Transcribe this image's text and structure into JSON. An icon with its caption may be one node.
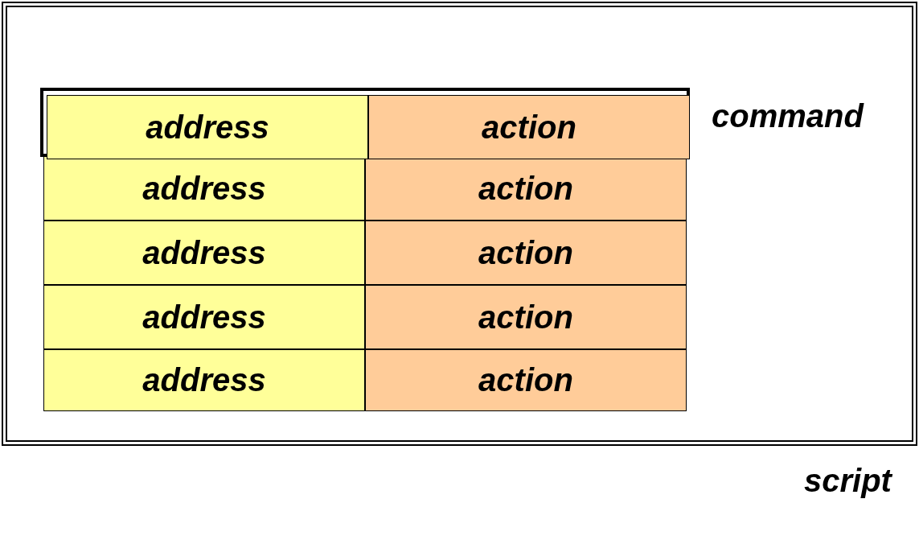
{
  "diagram": {
    "nodes": [
      {
        "text": [
          "script"
        ]
      },
      {
        "text": [],
        "shape": "box",
        "in": 0,
        "beside": [
          "command"
        ]
      },
      {
        "text": [
          "address"
        ],
        "in": 1
      },
      {
        "text": [
          "action"
        ],
        "in": 1
      },
      {
        "text": [
          "address"
        ],
        "in": 0
      },
      {
        "text": [
          "action"
        ],
        "in": 0
      },
      {
        "text": [
          "address"
        ],
        "in": 0
      },
      {
        "text": [
          "action"
        ],
        "in": 0
      },
      {
        "text": [
          "address"
        ],
        "in": 0
      },
      {
        "text": [
          "action"
        ],
        "in": 0
      },
      {
        "text": [
          "address"
        ],
        "in": 0
      },
      {
        "text": [
          "action"
        ],
        "in": 0
      }
    ]
  }
}
